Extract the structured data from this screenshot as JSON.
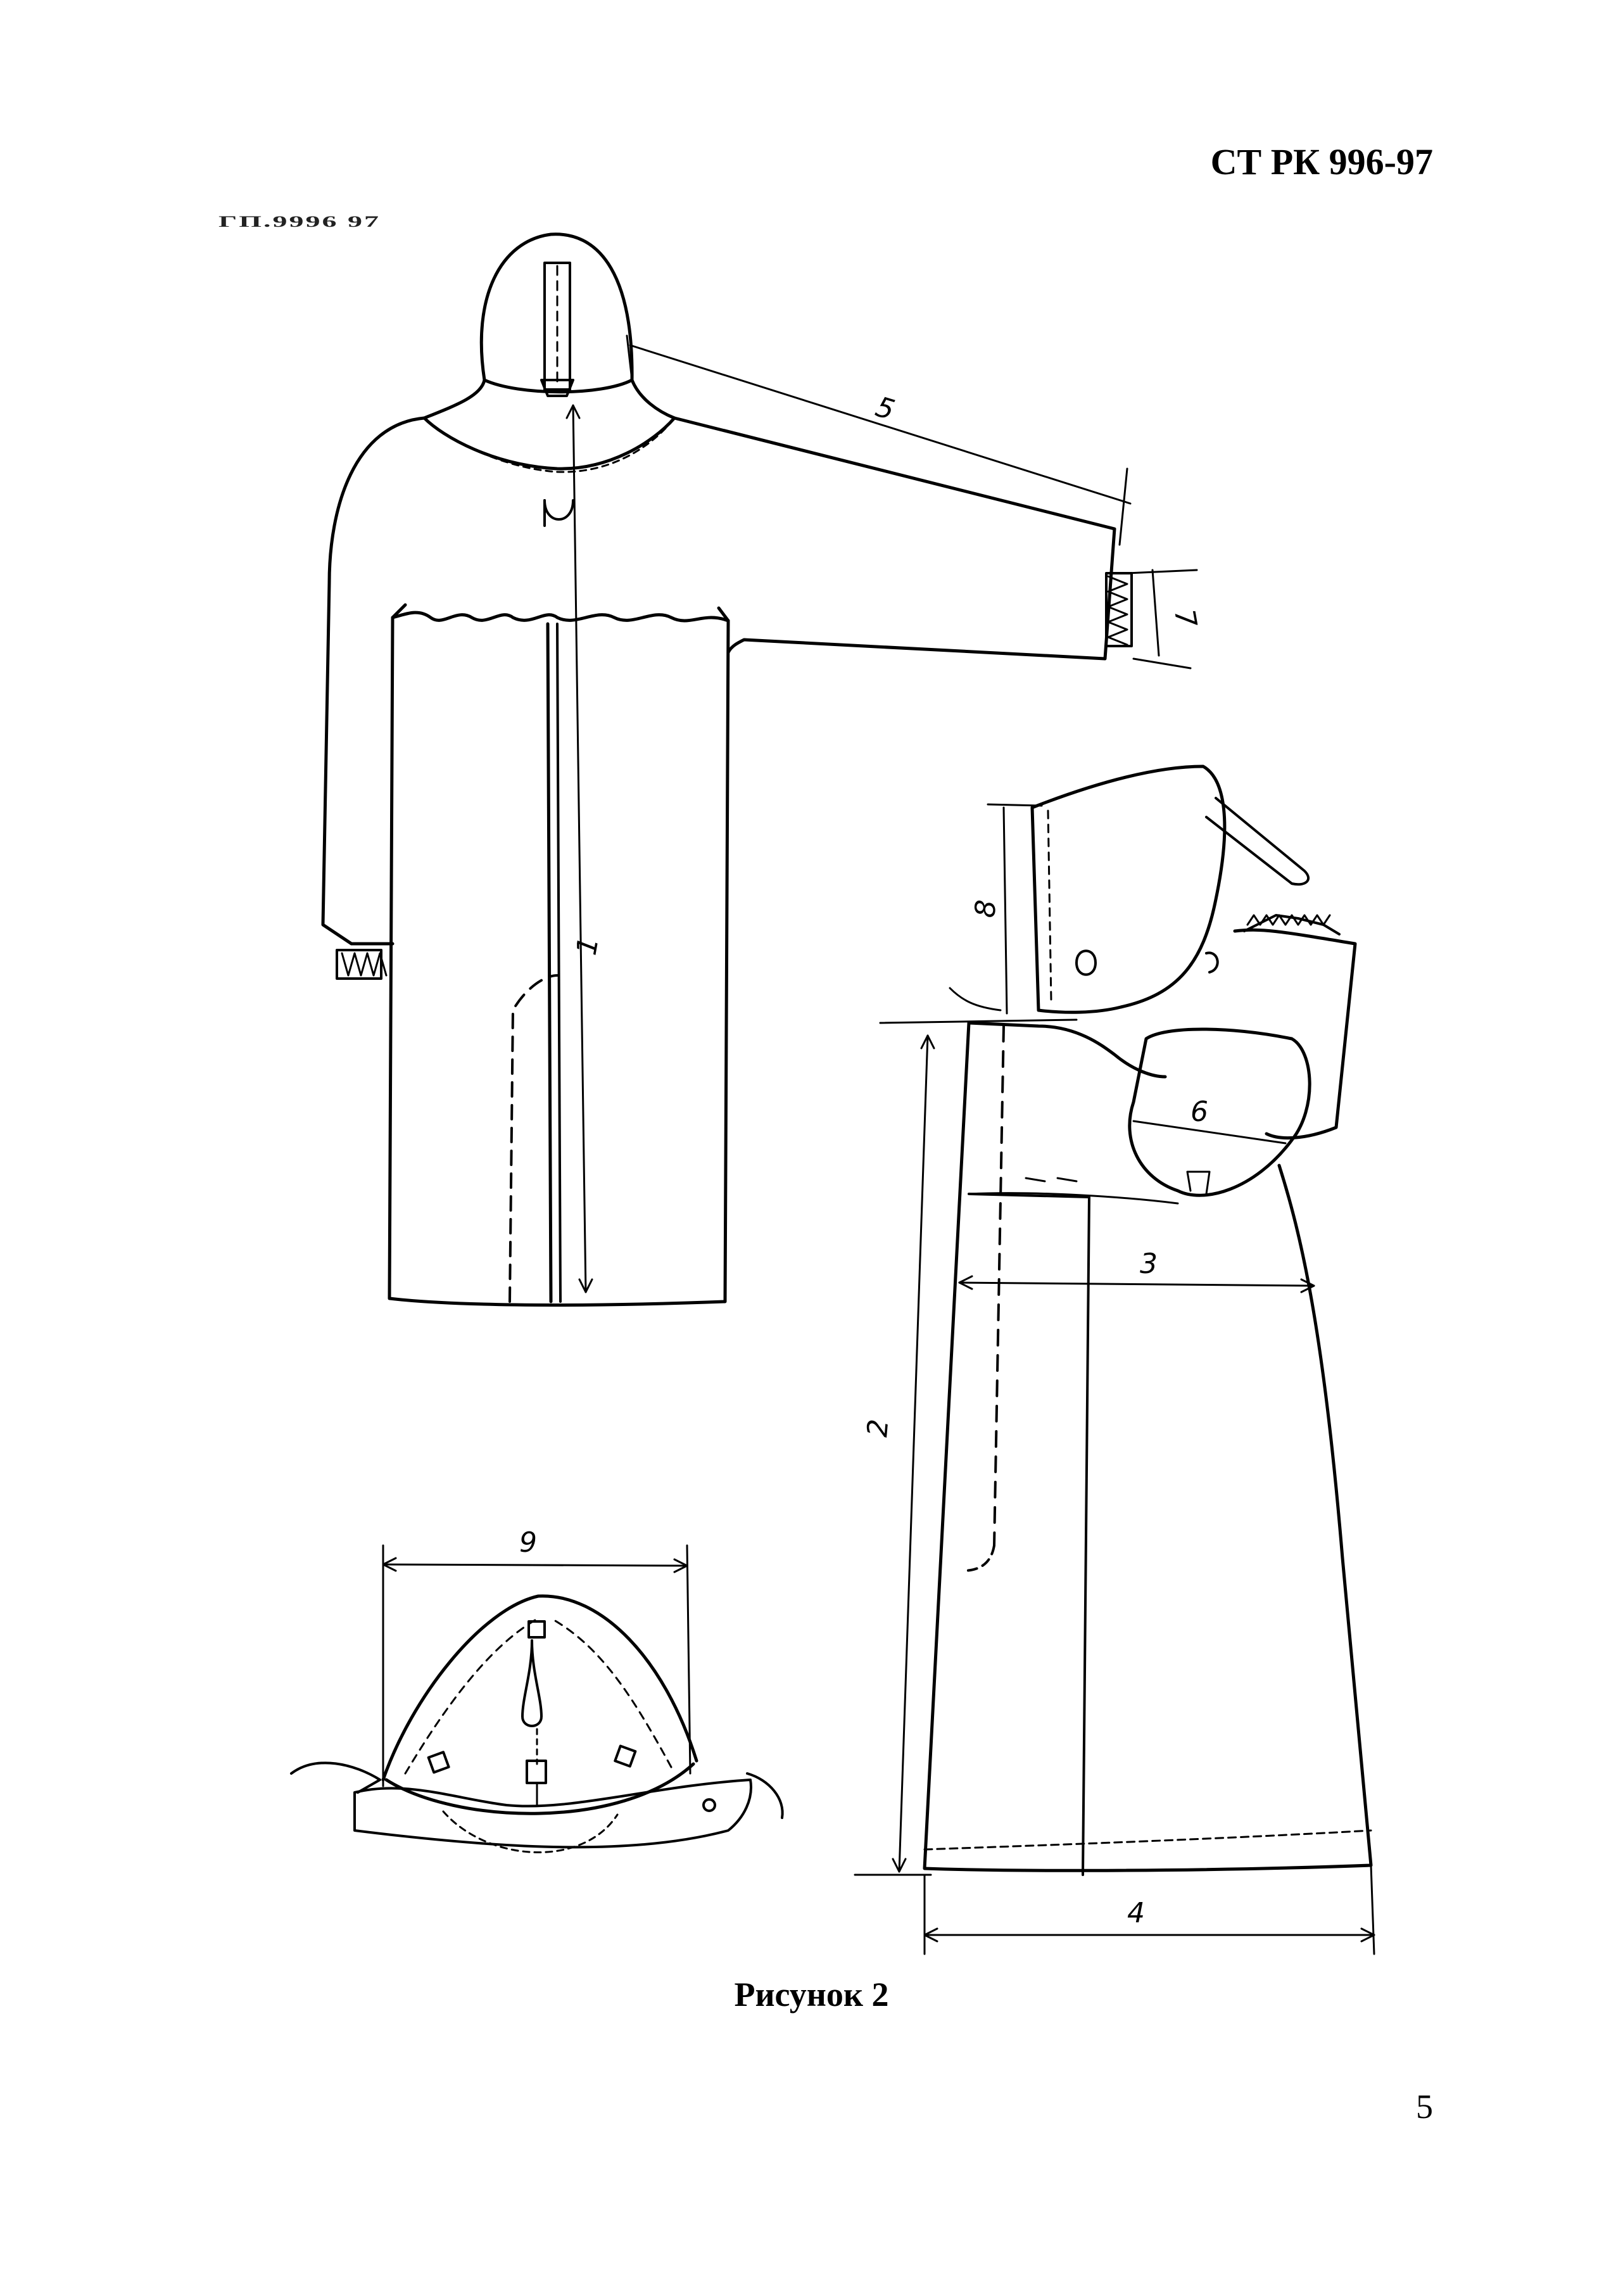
{
  "header": {
    "document_code": "СТ РК 996-97",
    "margin_scrawl": "ГП.9996 97"
  },
  "figure": {
    "dimension_labels": {
      "d1": "1",
      "d2": "2",
      "d3": "3",
      "d4": "4",
      "d5": "5",
      "d6": "6",
      "d7": "7",
      "d8": "8",
      "d9": "9"
    },
    "caption": "Рисунок 2"
  },
  "footer": {
    "page_number": "5"
  }
}
